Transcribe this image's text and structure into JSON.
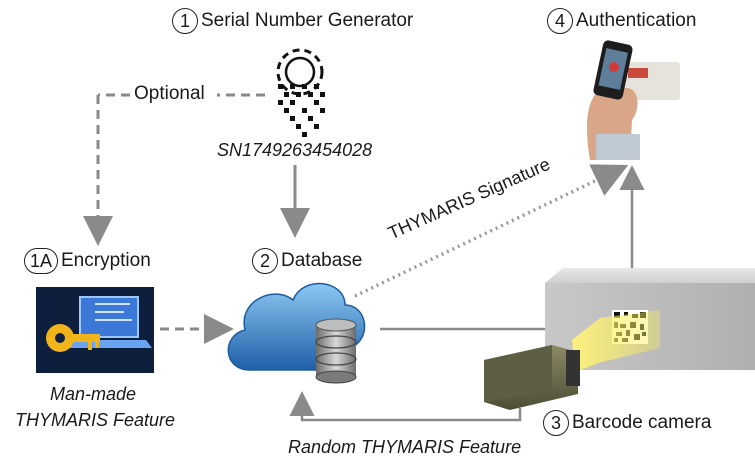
{
  "steps": {
    "serial": {
      "num": "1",
      "label": "Serial Number Generator"
    },
    "auth": {
      "num": "4",
      "label": "Authentication"
    },
    "encryption": {
      "num": "1A",
      "label": "Encryption"
    },
    "database": {
      "num": "2",
      "label": "Database"
    },
    "camera": {
      "num": "3",
      "label": "Barcode camera"
    }
  },
  "texts": {
    "optional": "Optional",
    "serial_value": "SN1749263454028",
    "signature": "THYMARIS Signature",
    "manmade_line1": "Man-made",
    "manmade_line2": "THYMARIS Feature",
    "random": "Random THYMARIS Feature"
  },
  "icons": {
    "generator": "gear-qr-icon",
    "encryption": "laptop-key-icon",
    "database": "cloud-database-icon",
    "auth": "phone-scan-icon",
    "camera": "camera-icon",
    "package": "box-barcode-icon"
  },
  "colors": {
    "arrow": "#8a8a8a",
    "dotted": "#9a9a9a",
    "cloud": "#3d8fd6",
    "beam": "#f3ef4a"
  }
}
